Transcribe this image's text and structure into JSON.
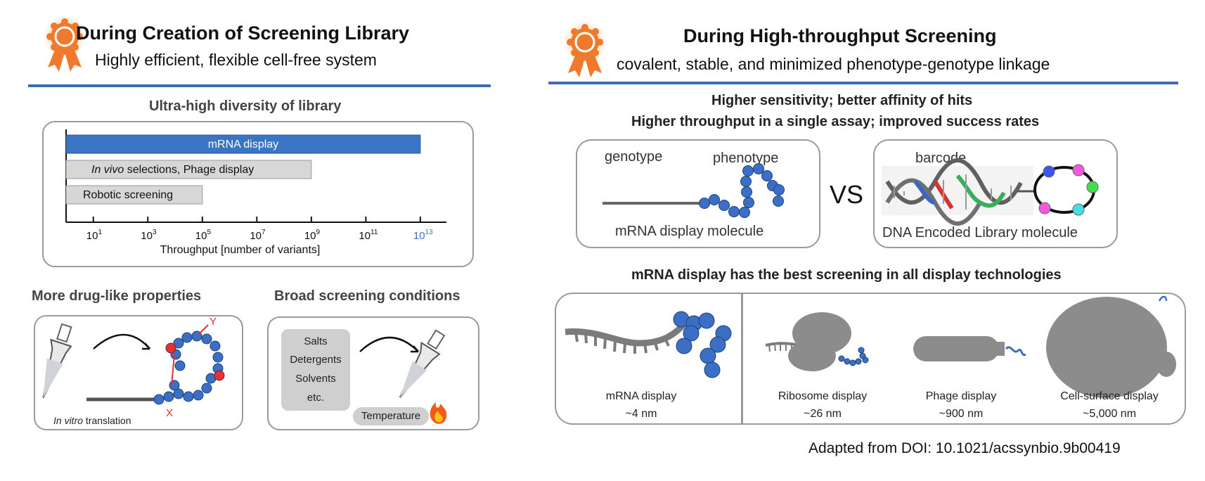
{
  "left": {
    "title": "During Creation of Screening Library",
    "subtitle": "Highly efficient, flexible cell-free system",
    "diversity": {
      "heading": "Ultra-high diversity of library",
      "bars": [
        {
          "label": "mRNA display",
          "max_exp": 13,
          "color": "#3a74c4"
        },
        {
          "label_italic": "In vivo",
          "label_rest": " selections, Phage display",
          "max_exp": 9,
          "color": "#d7d7d7"
        },
        {
          "label": "Robotic screening",
          "max_exp": 5,
          "color": "#d7d7d7"
        }
      ],
      "ticks": [
        "1",
        "3",
        "5",
        "7",
        "9",
        "11",
        "13"
      ],
      "tick_base": "10",
      "highlight_color": "#3a74c4",
      "xlabel": "Throughput [number of variants]"
    },
    "druglike": {
      "heading": "More drug-like properties",
      "caption_italic": "In vitro",
      "caption_rest": " translation",
      "mark_y": "Y",
      "mark_x": "X"
    },
    "conditions": {
      "heading": "Broad screening conditions",
      "items": [
        "Salts",
        "Detergents",
        "Solvents",
        "etc."
      ],
      "temperature": "Temperature"
    }
  },
  "right": {
    "title": "During High-throughput Screening",
    "subtitle": "covalent, stable, and minimized phenotype-genotype linkage",
    "line1": "Higher sensitivity;   better affinity of hits",
    "line2": "Higher throughput in a single assay;  improved success rates",
    "mrna_box": {
      "genotype": "genotype",
      "phenotype": "phenotype",
      "caption": "mRNA display molecule"
    },
    "vs": "VS",
    "del_box": {
      "barcode": "barcode",
      "caption": "DNA Encoded Library molecule"
    },
    "best_heading": "mRNA display has the best screening in all display technologies",
    "tech": [
      {
        "name": "mRNA display",
        "size": "~4 nm"
      },
      {
        "name": "Ribosome display",
        "size": "~26 nm"
      },
      {
        "name": "Phage display",
        "size": "~900 nm"
      },
      {
        "name": "Cell-surface display",
        "size": "~5,000 nm"
      }
    ],
    "credit": "Adapted from DOI: 10.1021/acssynbio.9b00419"
  },
  "colors": {
    "accent_blue": "#3d6db0",
    "bead_blue": "#3b6fc6",
    "award_orange": "#f07a2c",
    "grey": "#8c8c8c"
  },
  "icons": [
    "award-ribbon-icon",
    "fire-icon",
    "tube-icon"
  ]
}
